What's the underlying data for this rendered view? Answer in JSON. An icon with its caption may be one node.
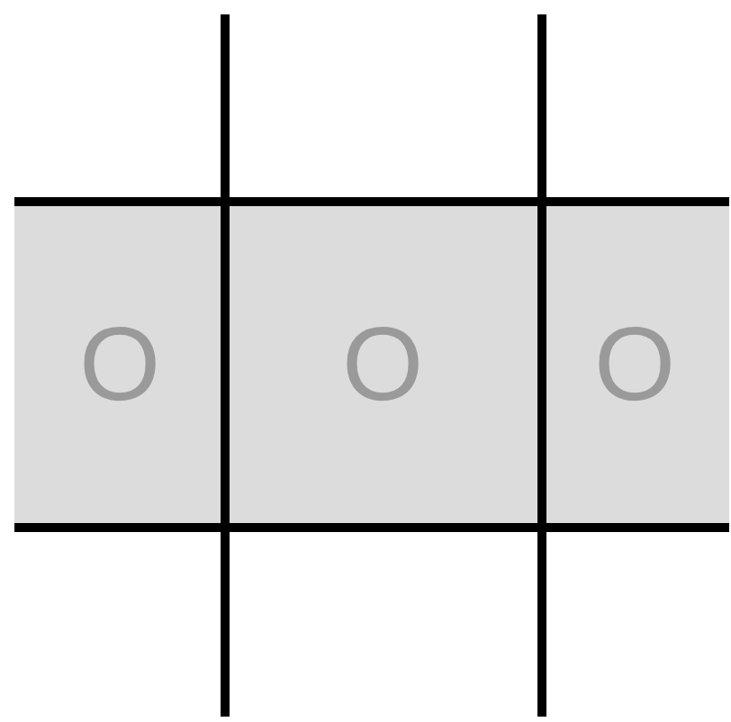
{
  "diagram": {
    "nodes": [
      {
        "text": [
          "O"
        ]
      },
      {
        "text": [
          "O"
        ]
      },
      {
        "text": [
          "O"
        ]
      }
    ]
  }
}
